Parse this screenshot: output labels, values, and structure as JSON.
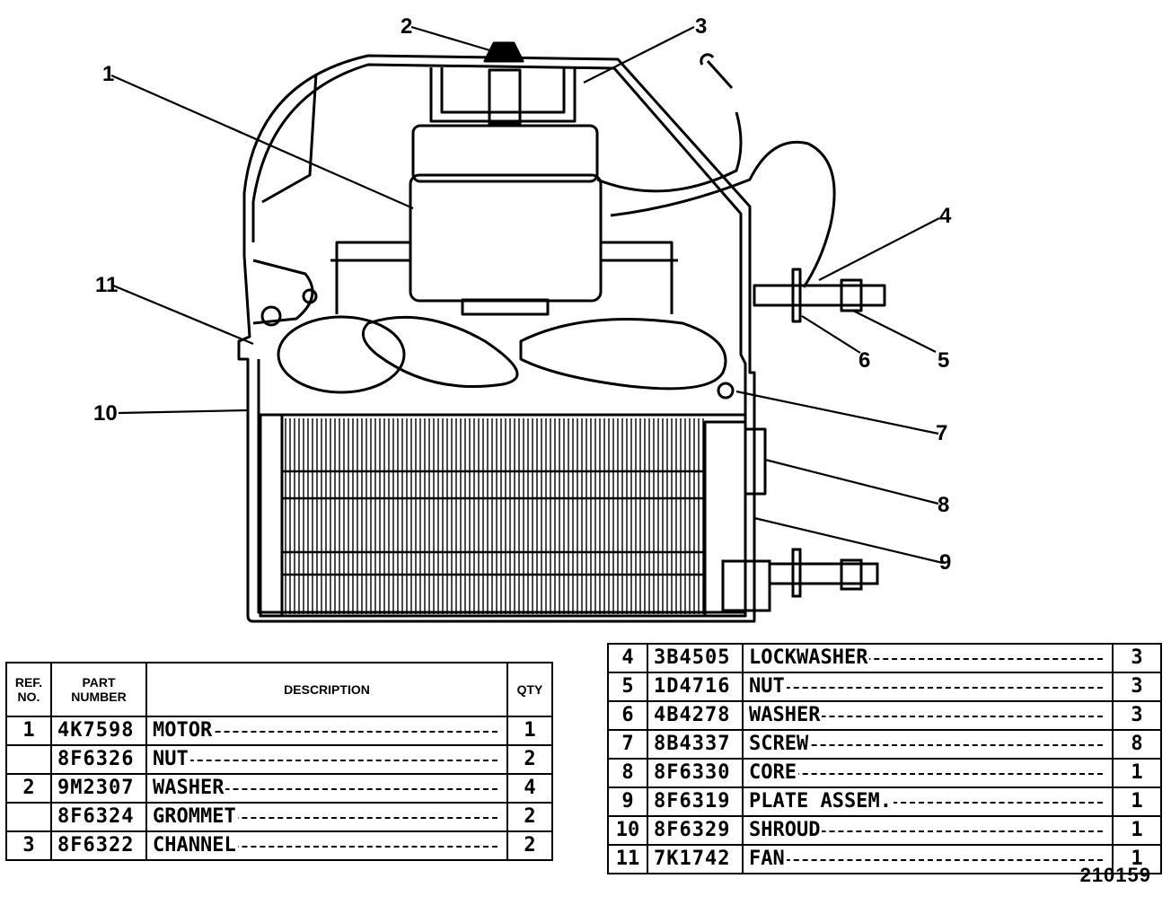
{
  "callouts": [
    "1",
    "2",
    "3",
    "4",
    "5",
    "6",
    "7",
    "8",
    "9",
    "10",
    "11"
  ],
  "table_left": {
    "headers": {
      "ref": "REF.\nNO.",
      "part": "PART\nNUMBER",
      "desc": "DESCRIPTION",
      "qty": "QTY"
    },
    "rows": [
      {
        "ref": "1",
        "part": "4K7598",
        "desc": "MOTOR",
        "qty": "1"
      },
      {
        "ref": "",
        "part": "8F6326",
        "desc": "NUT",
        "qty": "2"
      },
      {
        "ref": "2",
        "part": "9M2307",
        "desc": "WASHER",
        "qty": "4"
      },
      {
        "ref": "",
        "part": "8F6324",
        "desc": "GROMMET",
        "qty": "2"
      },
      {
        "ref": "3",
        "part": "8F6322",
        "desc": "CHANNEL",
        "qty": "2"
      }
    ]
  },
  "table_right": {
    "rows": [
      {
        "ref": "4",
        "part": "3B4505",
        "desc": "LOCKWASHER",
        "qty": "3"
      },
      {
        "ref": "5",
        "part": "1D4716",
        "desc": "NUT",
        "qty": "3"
      },
      {
        "ref": "6",
        "part": "4B4278",
        "desc": "WASHER",
        "qty": "3"
      },
      {
        "ref": "7",
        "part": "8B4337",
        "desc": "SCREW",
        "qty": "8"
      },
      {
        "ref": "8",
        "part": "8F6330",
        "desc": "CORE",
        "qty": "1"
      },
      {
        "ref": "9",
        "part": "8F6319",
        "desc": "PLATE ASSEM.",
        "qty": "1"
      },
      {
        "ref": "10",
        "part": "8F6329",
        "desc": "SHROUD",
        "qty": "1"
      },
      {
        "ref": "11",
        "part": "7K1742",
        "desc": "FAN",
        "qty": "1"
      }
    ]
  },
  "drawing_number": "210159"
}
